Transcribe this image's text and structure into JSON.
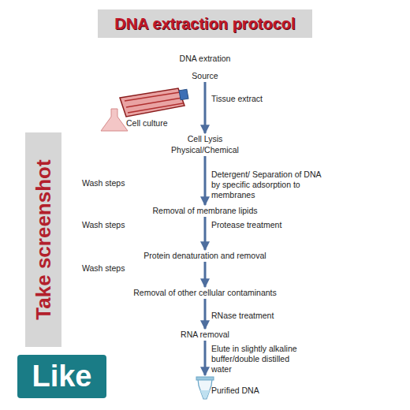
{
  "diagram": {
    "title": "DNA extraction protocol",
    "nodes": [
      {
        "text": [
          "DNA extration",
          "Source"
        ]
      },
      {
        "text": [
          "Cell Lysis",
          "Physical/Chemical"
        ]
      },
      {
        "text": [
          "Removal of membrane lipids"
        ]
      },
      {
        "text": [
          "Protein denaturation and removal"
        ]
      },
      {
        "text": [
          "Removal of other cellular contaminants"
        ]
      },
      {
        "text": [
          "RNA removal"
        ]
      },
      {
        "text": [
          "Purified DNA"
        ]
      }
    ],
    "edges": [
      {
        "from": 0,
        "to": 1,
        "arrow": "to"
      },
      {
        "from": 1,
        "to": 2,
        "arrow": "to",
        "label": "Detergent/ Separation of DNA by specific adsorption to membranes"
      },
      {
        "from": 2,
        "to": 3,
        "arrow": "to",
        "label": "Protease treatment"
      },
      {
        "from": 3,
        "to": 4,
        "arrow": "to"
      },
      {
        "from": 4,
        "to": 5,
        "arrow": "to",
        "label": "RNase treatment"
      },
      {
        "from": 5,
        "to": 6,
        "arrow": "to",
        "label": "Elute in slightly alkaline buffer/double distilled water"
      }
    ],
    "labels": [
      "Tissue extract",
      "Cell culture",
      "Wash steps",
      "Wash steps",
      "Wash steps",
      "Take screenshot",
      "Like"
    ]
  }
}
